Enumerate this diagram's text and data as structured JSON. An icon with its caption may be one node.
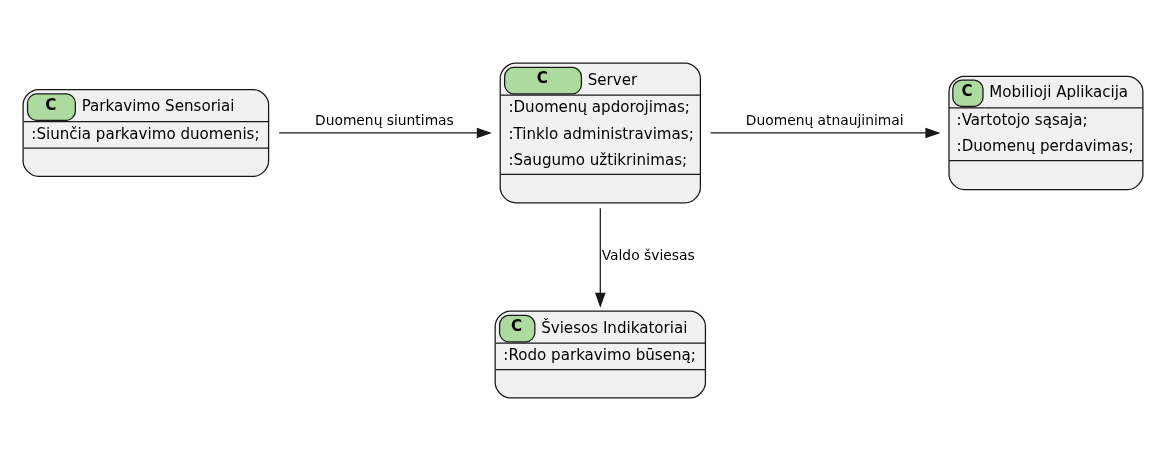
{
  "diagram": {
    "nodes": [
      {
        "text": [
          "C",
          "Mobilioji Aplikacija",
          ":Vartotojo sąsaja;",
          ":Duomenų perdavimas;"
        ]
      },
      {
        "text": [
          "C",
          "Parkavimo Sensoriai",
          ":Siunčia parkavimo duomenis;"
        ]
      },
      {
        "text": [
          "C",
          "Server",
          ":Duomenų apdorojimas;",
          ":Tinklo administravimas;",
          ":Saugumo užtikrinimas;"
        ]
      },
      {
        "text": [
          "C",
          "Šviesos Indikatoriai",
          ":Rodo parkavimo būseną;"
        ]
      }
    ],
    "edges": [
      {
        "from": 2,
        "to": 0,
        "arrow": "to",
        "label": "Duomenų atnaujinimai"
      },
      {
        "from": 1,
        "to": 2,
        "arrow": "to",
        "label": "Duomenų siuntimas"
      },
      {
        "from": 2,
        "to": 3,
        "arrow": "to",
        "label": "Valdo šviesas"
      }
    ]
  }
}
